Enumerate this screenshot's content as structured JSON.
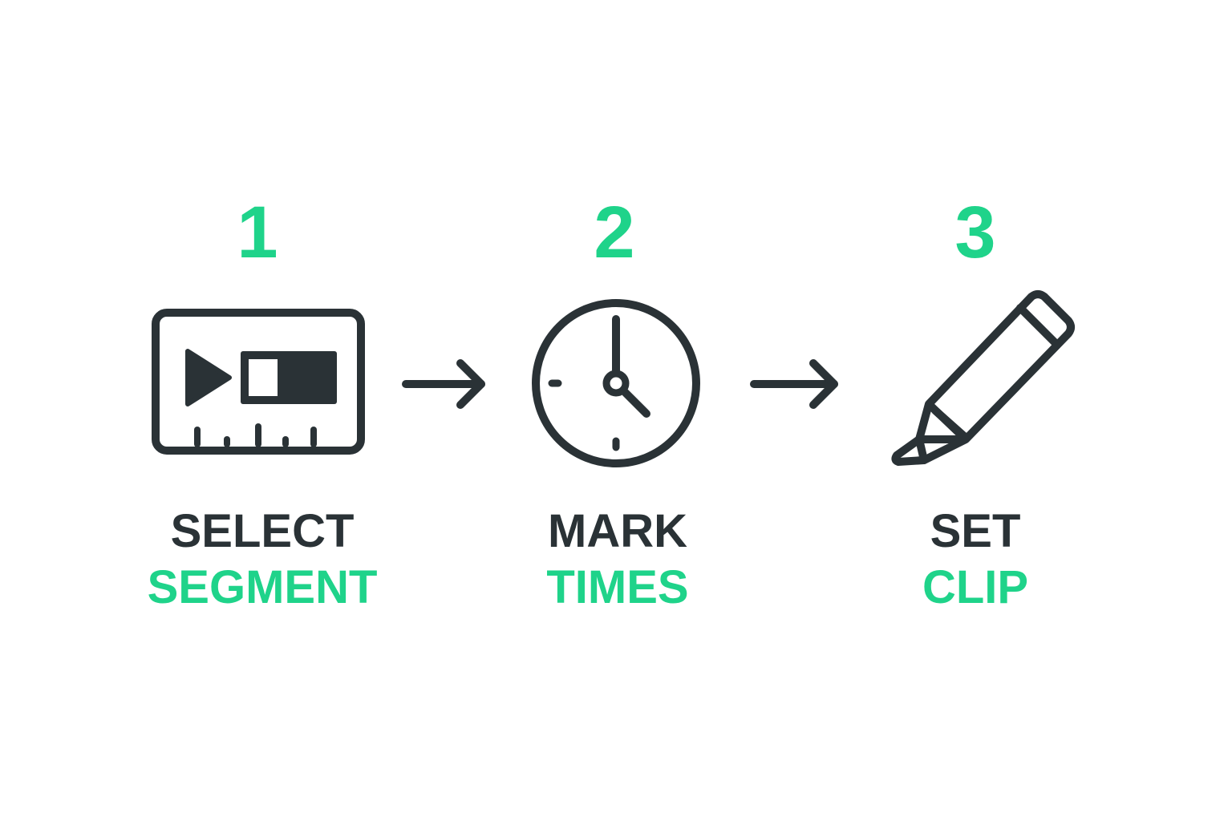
{
  "colors": {
    "accent": "#1fd38a",
    "ink": "#2a3236",
    "background": "#ffffff"
  },
  "steps": [
    {
      "number": "1",
      "line1": "SELECT",
      "line2": "SEGMENT",
      "icon": "video-segment-icon"
    },
    {
      "number": "2",
      "line1": "MARK",
      "line2": "TIMES",
      "icon": "clock-icon"
    },
    {
      "number": "3",
      "line1": "SET",
      "line2": "CLIP",
      "icon": "pencil-icon"
    }
  ],
  "connectors": [
    "arrow-right-icon",
    "arrow-right-icon"
  ]
}
